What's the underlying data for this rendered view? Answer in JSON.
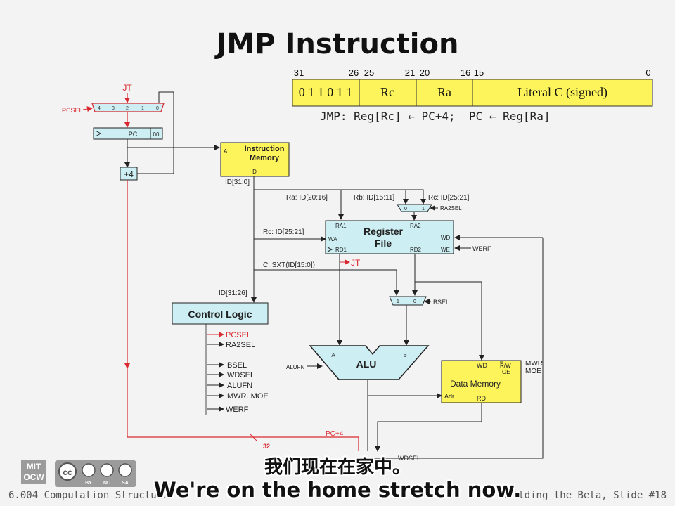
{
  "slide": {
    "title": "JMP Instruction",
    "footer_left": "6.004 Computation Structures",
    "footer_right": "L13: Building the Beta, Slide #18"
  },
  "subtitles": {
    "zh": "我们现在在家中。",
    "en": "We're on the home stretch now."
  },
  "logos": {
    "mit_line1": "MIT",
    "mit_line2": "OCW",
    "cc_labels": [
      "BY",
      "NC",
      "SA"
    ]
  },
  "encoding": {
    "bit_labels": [
      "31",
      "26",
      "25",
      "21",
      "20",
      "16",
      "15",
      "0"
    ],
    "fields": [
      "0 1 1 0 1 1",
      "Rc",
      "Ra",
      "Literal C (signed)"
    ],
    "semantics": "JMP: Reg[Rc] ← PC+4;  PC ← Reg[Ra]"
  },
  "diagram": {
    "jt_top": "JT",
    "pcsel_label": "PCSEL",
    "pcsel_mux_inputs": [
      "4",
      "3",
      "2",
      "1",
      "0"
    ],
    "pc": "PC",
    "pc_bits": "00",
    "plus4": "+4",
    "imem_a": "A",
    "imem_title1": "Instruction",
    "imem_title2": "Memory",
    "imem_d": "D",
    "id_bus": "ID[31:0]",
    "ra_field": "Ra: ID[20:16]",
    "rb_field": "Rb: ID[15:11]",
    "rc_field_top": "Rc: ID[25:21]",
    "ra2sel_inputs": [
      "0",
      "1"
    ],
    "ra2sel": "RA2SEL",
    "rc_field_wa": "Rc: ID[25:21]",
    "rf_title1": "Register",
    "rf_title2": "File",
    "rf_ports": [
      "RA1",
      "RA2",
      "WA",
      "WD",
      "RD1",
      "RD2",
      "WE"
    ],
    "werf": "WERF",
    "sxt": "C: SXT(ID[15:0])",
    "jt_red": "JT",
    "id_opcode": "ID[31:26]",
    "bsel_inputs": [
      "1",
      "0"
    ],
    "bsel": "BSEL",
    "control_logic": "Control Logic",
    "control_outputs": [
      "PCSEL",
      "RA2SEL",
      "BSEL",
      "WDSEL",
      "ALUFN",
      "MWR. MOE",
      "WERF"
    ],
    "alu": "ALU",
    "alu_a": "A",
    "alu_b": "B",
    "alufn": "ALUFN",
    "dm_title": "Data Memory",
    "dm_wd": "WD",
    "dm_rw": "R/W",
    "dm_oe": "OE",
    "dm_mwr": "MWR",
    "dm_moe": "MOE",
    "dm_adr": "Adr",
    "dm_rd": "RD",
    "pc4": "PC+4",
    "bus32": "32",
    "wdsel": "WDSEL"
  },
  "colors": {
    "yellow": "#fdf35a",
    "cyan": "#cdeef2",
    "red": "#d9282f",
    "line": "#222222"
  }
}
